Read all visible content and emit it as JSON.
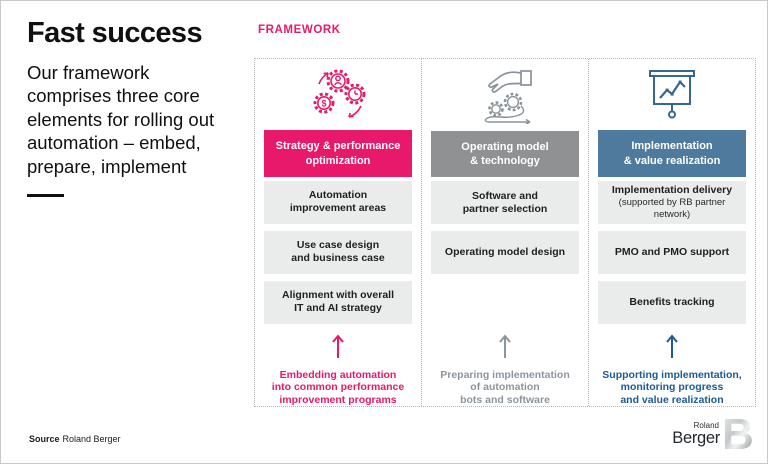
{
  "slide": {
    "title": "Fast success",
    "subtitle": "Our framework\ncomprises three core\nelements for rolling out\nautomation – embed,\nprepare, implement",
    "section_label": "FRAMEWORK",
    "source_label": "Source",
    "source_value": "Roland Berger",
    "logo": {
      "line1": "Roland",
      "line2": "Berger"
    }
  },
  "colors": {
    "pink": "#e8196a",
    "gray_header": "#8f9192",
    "blue_header": "#4e7a9e",
    "box_bg": "#eaebeb",
    "panel_border": "#b5b5b5"
  },
  "columns": [
    {
      "icon": "gears-cycle-icon",
      "icon_color": "#e8196a",
      "header_bg": "#e8196a",
      "header": "Strategy & performance\noptimization",
      "items": [
        {
          "title": "Automation\nimprovement areas"
        },
        {
          "title": "Use case design\nand business case"
        },
        {
          "title": "Alignment with overall\nIT and AI strategy"
        }
      ],
      "flow_color": "#e8196a",
      "caption": "Embedding automation\ninto common performance\nimprovement programs"
    },
    {
      "icon": "hand-automation-icon",
      "icon_color": "#8a9299",
      "header_bg": "#8f9192",
      "header": "Operating model\n& technology",
      "items": [
        {
          "title": "Software and\npartner selection"
        },
        {
          "title": "Operating model design"
        }
      ],
      "flow_color": "#8d959c",
      "caption": "Preparing implementation\nof automation\nbots and software"
    },
    {
      "icon": "chart-board-icon",
      "icon_color": "#35688f",
      "header_bg": "#4e7a9e",
      "header": "Implementation\n& value realization",
      "items": [
        {
          "title": "Implementation delivery",
          "subtitle": "(supported by RB partner network)"
        },
        {
          "title": "PMO and PMO support"
        },
        {
          "title": "Benefits tracking"
        }
      ],
      "flow_color": "#1c5a94",
      "caption": "Supporting implementation,\nmonitoring progress\nand value realization"
    }
  ]
}
